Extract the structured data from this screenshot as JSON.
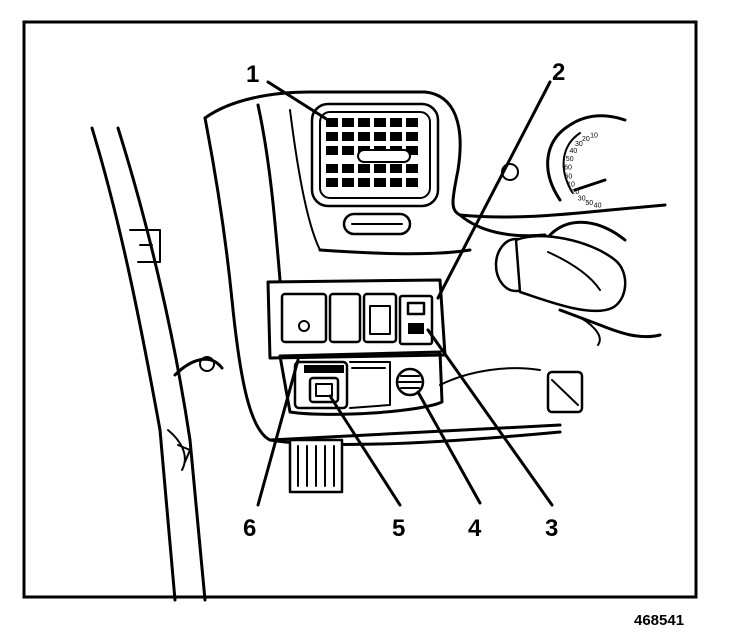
{
  "callouts": [
    "1",
    "2",
    "3",
    "4",
    "5",
    "6"
  ],
  "figure_id": "468541",
  "speedometer": {
    "ticks": [
      "40",
      "50",
      "30",
      "20",
      "10",
      "60",
      "60",
      "50",
      "40",
      "30",
      "20",
      "10"
    ]
  }
}
